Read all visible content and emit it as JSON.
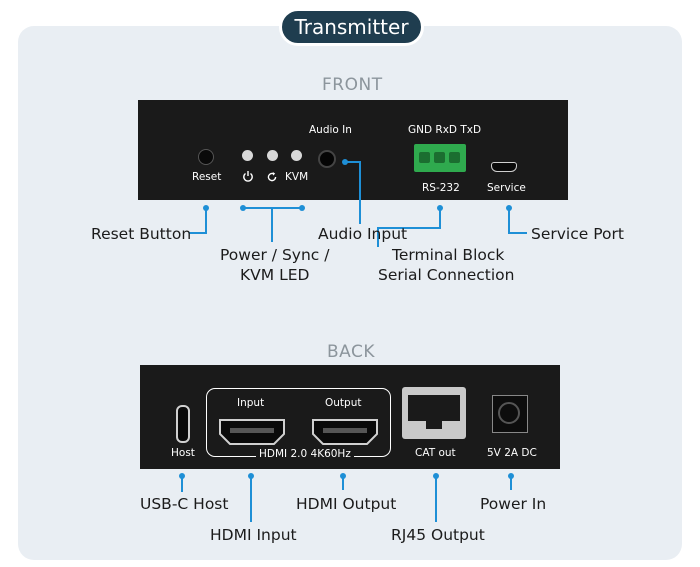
{
  "title": "Transmitter",
  "front": {
    "section_label": "FRONT",
    "device_labels": {
      "reset": "Reset",
      "kvm": "KVM",
      "audio_in": "Audio In",
      "gnd_rxd_txd": "GND RxD TxD",
      "rs232": "RS-232",
      "service": "Service"
    },
    "callouts": {
      "reset_button": "Reset Button",
      "power_sync_kvm_line1": "Power / Sync /",
      "power_sync_kvm_line2": "KVM LED",
      "audio_input": "Audio Input",
      "terminal_block_line1": "Terminal Block",
      "terminal_block_line2": "Serial Connection",
      "service_port": "Service Port"
    }
  },
  "back": {
    "section_label": "BACK",
    "device_labels": {
      "host": "Host",
      "input": "Input",
      "output": "Output",
      "hdmi_spec": "HDMI 2.0 4K60Hz",
      "cat_out": "CAT out",
      "power": "5V 2A DC"
    },
    "callouts": {
      "usbc_host": "USB-C Host",
      "hdmi_input": "HDMI Input",
      "hdmi_output": "HDMI Output",
      "rj45_output": "RJ45 Output",
      "power_in": "Power In"
    }
  },
  "colors": {
    "leader": "#1e8fd6",
    "title_bg": "#1f3d4f",
    "panel_bg": "#e9eef3",
    "device": "#1a1a1a",
    "terminal_block": "#2faa4e"
  },
  "icons": [
    "power-icon",
    "sync-icon"
  ]
}
